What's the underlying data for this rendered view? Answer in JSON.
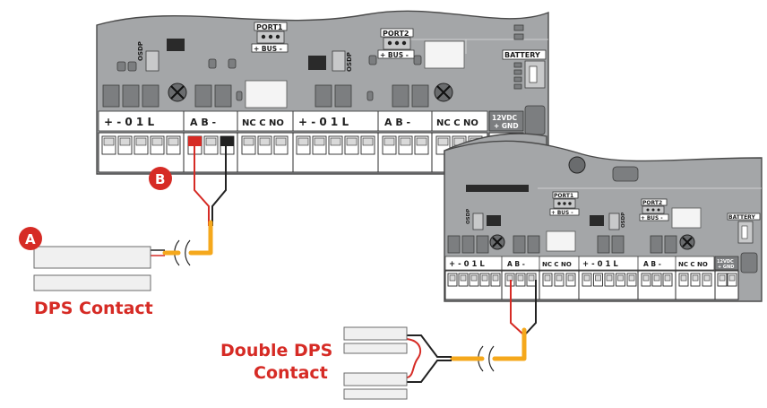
{
  "board_main": {
    "port1": "PORT1",
    "port2": "PORT2",
    "bus1": "+ BUS -",
    "bus2": "+ BUS -",
    "osdp1": "OSDP",
    "osdp2": "OSDP",
    "battery": "BATTERY",
    "power_v": "12VDC",
    "power_g": "+ GND",
    "terminals": [
      {
        "id": "t1",
        "text": "+  -  0  1  L"
      },
      {
        "id": "t2",
        "text": "A  B  -"
      },
      {
        "id": "t3",
        "text": "NC C NO"
      },
      {
        "id": "t4",
        "text": "+  -  0  1  L"
      },
      {
        "id": "t5",
        "text": "A  B  -"
      },
      {
        "id": "t6",
        "text": "NC C NO"
      }
    ]
  },
  "board_second": {
    "port1": "PORT1",
    "port2": "PORT2",
    "bus1": "+ BUS -",
    "bus2": "+ BUS -",
    "osdp1": "OSDP",
    "osdp2": "OSDP",
    "battery": "BATTERY",
    "power_v": "12VDC",
    "power_g": "+ GND",
    "terminals": [
      {
        "id": "s1",
        "text": "+  -  0  1  L"
      },
      {
        "id": "s2",
        "text": "A  B  -"
      },
      {
        "id": "s3",
        "text": "NC C NO"
      },
      {
        "id": "s4",
        "text": "+  -  0  1  L"
      },
      {
        "id": "s5",
        "text": "A  B  -"
      },
      {
        "id": "s6",
        "text": "NC C NO"
      }
    ]
  },
  "callouts": {
    "a": "A",
    "b": "B"
  },
  "captions": {
    "dps_contact": "DPS Contact",
    "double_dps_line1": "Double DPS",
    "double_dps_line2": "Contact"
  },
  "colors": {
    "accent_red": "#d62b25",
    "wire_yellow": "#f5a81c",
    "board_gray": "#a4a6a8"
  }
}
